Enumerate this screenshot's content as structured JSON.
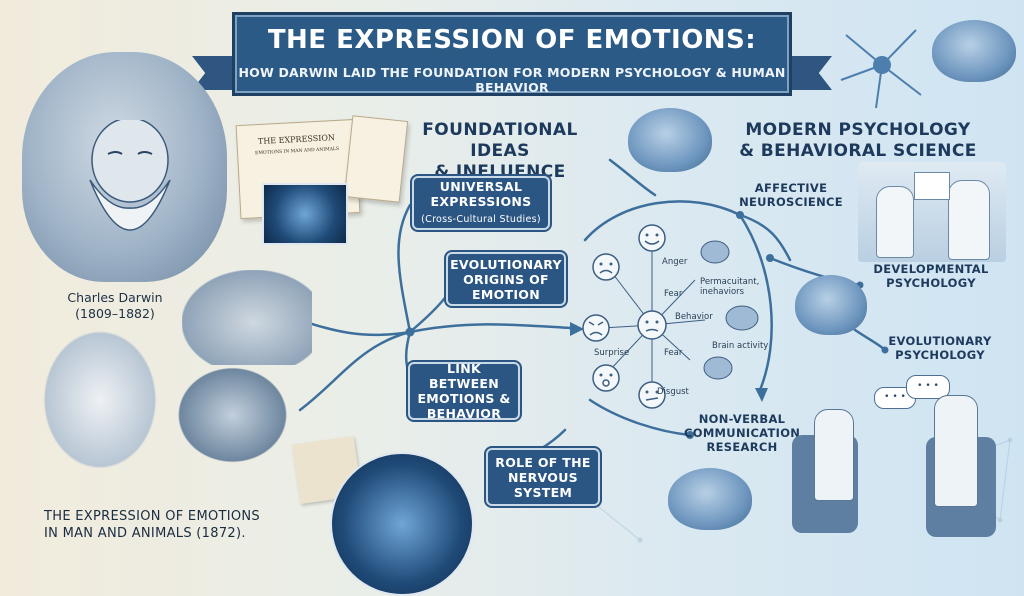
{
  "title": {
    "main": "THE EXPRESSION OF EMOTIONS:",
    "sub": "HOW DARWIN LAID THE FOUNDATION FOR MODERN PSYCHOLOGY & HUMAN BEHAVIOR"
  },
  "left": {
    "darwin_name": "Charles Darwin",
    "darwin_years": "(1809–1882)",
    "book_cover_line1": "THE EXPRESSION",
    "book_cover_line2": "EMOTIONS IN MAN AND ANIMALS",
    "book_title_line1": "THE EXPRESSION OF EMOTIONS",
    "book_title_line2": "IN MAN AND ANIMALS (1872)."
  },
  "foundational": {
    "heading_line1": "FOUNDATIONAL IDEAS",
    "heading_line2": "& INFLUENCE",
    "ideas": [
      {
        "line1": "UNIVERSAL",
        "line2": "EXPRESSIONS",
        "small": "(Cross-Cultural Studies)"
      },
      {
        "line1": "EVOLUTIONARY",
        "line2": "ORIGINS OF",
        "line3": "EMOTION"
      },
      {
        "line1": "LINK BETWEEN",
        "line2": "EMOTIONS &",
        "line3": "BEHAVIOR"
      },
      {
        "line1": "ROLE OF THE",
        "line2": "NERVOUS",
        "line3": "SYSTEM"
      }
    ]
  },
  "emotion_wheel": {
    "labels": {
      "anger": "Anger",
      "fear1": "Fear",
      "behavior": "Behavior",
      "surprise": "Surprise",
      "fear2": "Fear",
      "disgust": "Disgust",
      "permacuitant_line1": "Permacuitant,",
      "permacuitant_line2": "inehaviors",
      "brain_activity": "Brain activity"
    }
  },
  "modern": {
    "heading_line1": "MODERN PSYCHOLOGY",
    "heading_line2": "& BEHAVIORAL SCIENCE",
    "fields": {
      "affective_line1": "AFFECTIVE",
      "affective_line2": "NEUROSCIENCE",
      "developmental_line1": "DEVELOPMENTAL",
      "developmental_line2": "PSYCHOLOGY",
      "evolutionary_line1": "EVOLUTIONARY",
      "evolutionary_line2": "PSYCHOLOGY",
      "nonverbal_line1": "NON-VERBAL",
      "nonverbal_line2": "COMMUNICATION",
      "nonverbal_line3": "RESEARCH"
    },
    "speech_bubbles": [
      "• • •",
      "• • •"
    ]
  },
  "colors": {
    "navy": "#2b5683",
    "dark_navy": "#1d3a5c",
    "connector": "#3d6f9c",
    "parchment": "#f1ebdc",
    "sky": "#cfe4f2"
  }
}
